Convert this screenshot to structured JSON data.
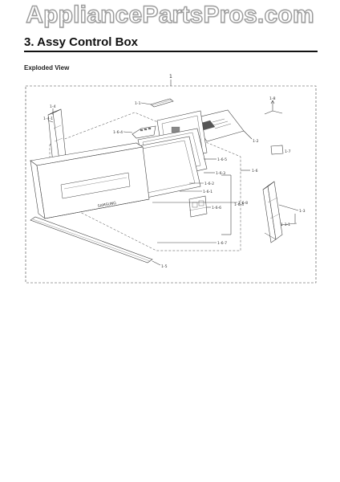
{
  "watermark": "AppliancePartsPros.com",
  "section_title": "3.  Assy Control Box",
  "subtitle": "Exploded View",
  "brand_text": "SAMSUNG",
  "callouts": {
    "top_group": "1",
    "p1_1": "1-1",
    "p1_2": "1-2",
    "p1_3": "1-3",
    "p1_3_1": "1-3-1",
    "p1_4": "1-4",
    "p1_4_1": "1-4-1",
    "p1_5": "1-5",
    "p1_6": "1-6",
    "p1_6_1": "1-6-1",
    "p1_6_2": "1-6-2",
    "p1_6_3": "1-6-3",
    "p1_6_4": "1-6-4",
    "p1_6_5": "1-6-5",
    "p1_6_6": "1-6-6",
    "p1_6_7": "1-6-7",
    "p1_6_8": "1-6-8",
    "p1_7": "1-7",
    "p1_8": "1-8"
  }
}
